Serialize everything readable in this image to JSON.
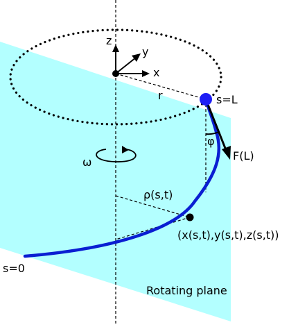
{
  "labels": {
    "z": "z",
    "y": "y",
    "x": "x",
    "r": "r",
    "s_end": "s=L",
    "phi": "φ",
    "force": "F(L)",
    "omega": "ω",
    "rho": "ρ(s,t)",
    "point": "(x(s,t),y(s,t),z(s,t))",
    "s_start": "s=0",
    "plane": "Rotating plane"
  },
  "colors": {
    "plane_fill": "#b3ffff",
    "curve": "#0a1ed2",
    "end_mass": "#1e1ef5",
    "ink": "#000000"
  }
}
